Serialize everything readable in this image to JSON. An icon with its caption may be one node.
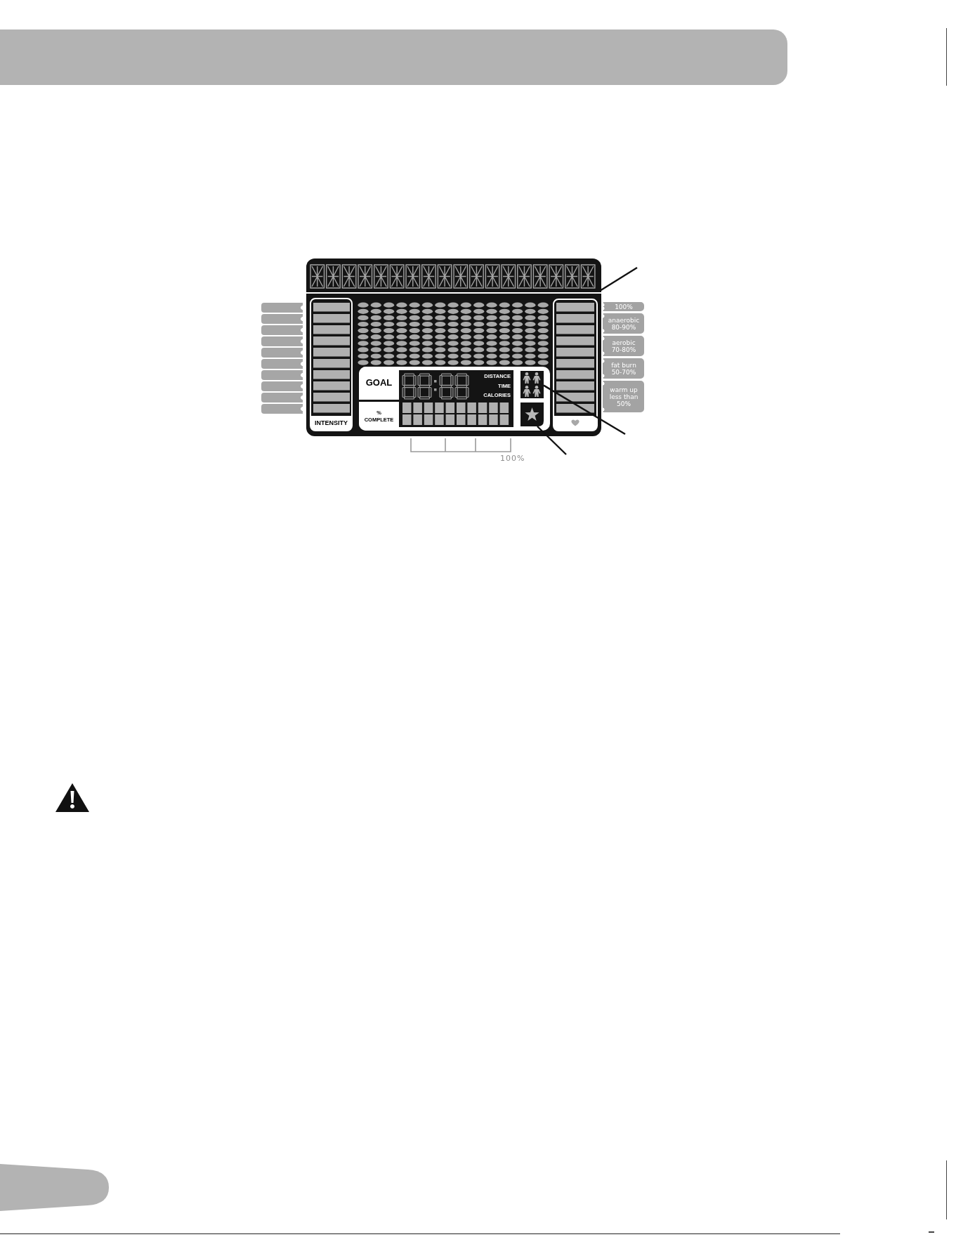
{
  "diagram": {
    "nodes": [
      {
        "text": [],
        "shape": "box"
      },
      {
        "text": [],
        "shape": "box"
      },
      {
        "text": [],
        "shape": "box"
      },
      {
        "text": [],
        "shape": "box"
      },
      {
        "text": [],
        "shape": "box"
      },
      {
        "text": [],
        "shape": "box"
      },
      {
        "text": [],
        "shape": "box"
      },
      {
        "text": [],
        "shape": "box"
      },
      {
        "text": [],
        "shape": "box"
      },
      {
        "text": [],
        "shape": "box"
      },
      {
        "text": [],
        "shape": "box"
      },
      {
        "text": [
          "INTENSITY"
        ]
      },
      {
        "text": [
          "GOAL"
        ]
      },
      {
        "text": [
          "% COMPLETE"
        ]
      },
      {
        "text": [],
        "shape": "person"
      },
      {
        "text": [],
        "shape": "star"
      },
      {
        "text": [],
        "shape": "box"
      },
      {
        "text": [
          "100%"
        ]
      },
      {
        "text": [
          "anaerobic 80-90%"
        ]
      },
      {
        "text": [
          "aerobic 70-80%"
        ]
      },
      {
        "text": [
          "fat burn 50-70%"
        ]
      },
      {
        "text": [
          "warm up less than 50%"
        ]
      }
    ],
    "edges": [
      {
        "from": null,
        "to": 0,
        "arrow": "none"
      },
      {
        "from": null,
        "to": 14,
        "arrow": "none"
      },
      {
        "from": null,
        "to": 15,
        "arrow": "none"
      }
    ],
    "labels": [
      "DISTANCE",
      "TIME",
      "CALORIES",
      "100%"
    ]
  }
}
